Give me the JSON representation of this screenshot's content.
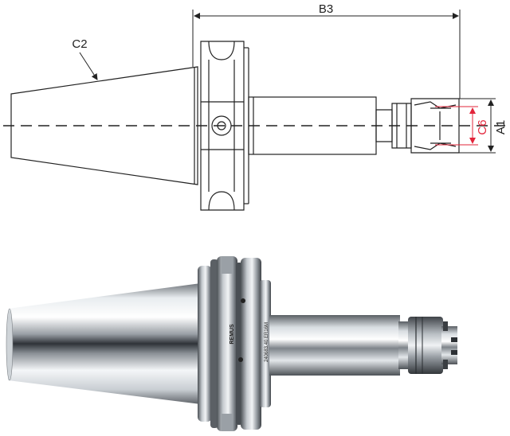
{
  "drawing": {
    "labels": {
      "b3": "B3",
      "c2": "C2",
      "c6": "C6",
      "a1": "A1"
    },
    "colors": {
      "line": "#222222",
      "dimension_red": "#e2243a"
    }
  },
  "photo": {
    "brand": "REMUS",
    "part_number": "240683.40 ER16M"
  }
}
